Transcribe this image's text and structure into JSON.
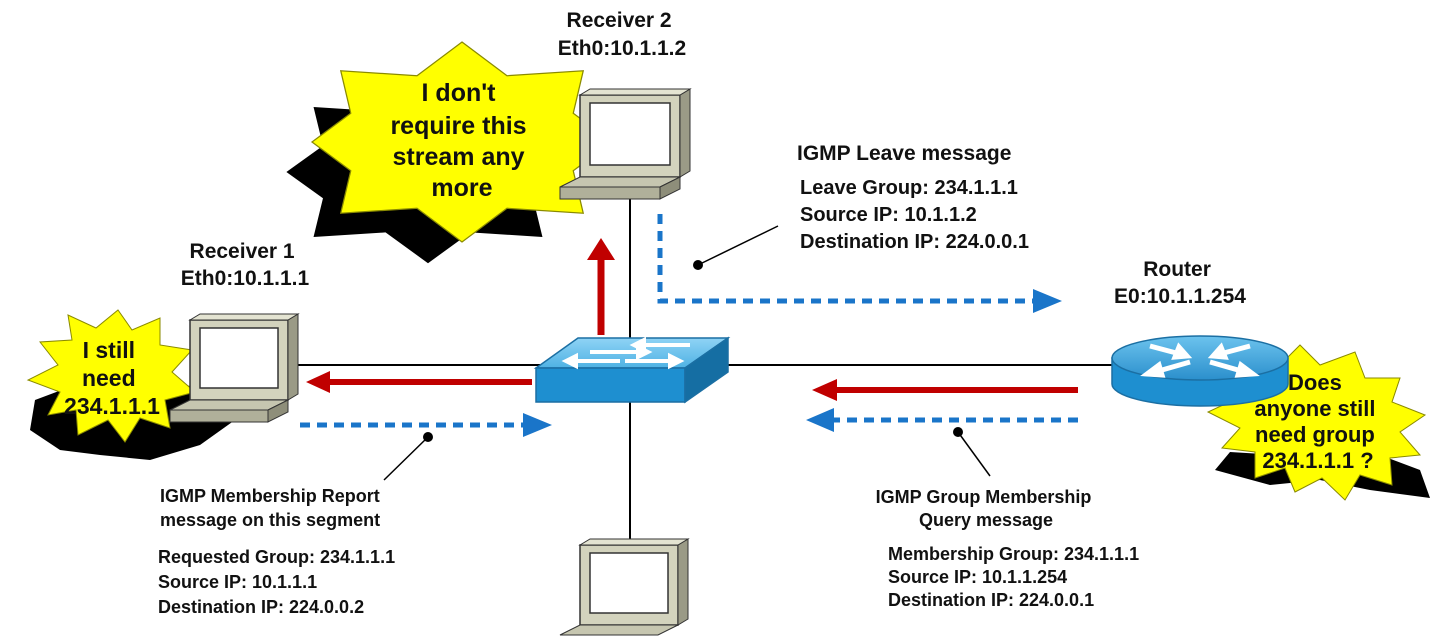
{
  "receiver2": {
    "name": "Receiver 2",
    "address": "Eth0:10.1.1.2"
  },
  "receiver1": {
    "name": "Receiver 1",
    "address": "Eth0:10.1.1.1"
  },
  "router": {
    "name": "Router",
    "address": "E0:10.1.1.254"
  },
  "bubbles": {
    "receiver2": [
      "I don't",
      "require this",
      "stream any",
      "more"
    ],
    "receiver1": [
      "I still",
      "need",
      "234.1.1.1"
    ],
    "router": [
      "Does",
      "anyone still",
      "need group",
      "234.1.1.1 ?"
    ]
  },
  "leave": {
    "title": "IGMP Leave message",
    "lines": [
      "Leave Group: 234.1.1.1",
      "Source IP: 10.1.1.2",
      "Destination IP: 224.0.0.1"
    ]
  },
  "report": {
    "title": [
      "IGMP Membership Report",
      "message on this segment"
    ],
    "lines": [
      "Requested Group: 234.1.1.1",
      "Source IP: 10.1.1.1",
      "Destination IP: 224.0.0.2"
    ]
  },
  "query": {
    "title": [
      "IGMP Group Membership",
      "Query message"
    ],
    "lines": [
      "Membership Group: 234.1.1.1",
      "Source IP: 10.1.1.254",
      "Destination IP: 224.0.0.1"
    ]
  },
  "colors": {
    "bubble_fill": "#ffff00",
    "bubble_shadow": "#000000",
    "data_arrow": "#c00000",
    "igmp_arrow": "#1a75c9",
    "device_blue": "#1e8fd0",
    "pc_body": "#c6c6b0"
  }
}
